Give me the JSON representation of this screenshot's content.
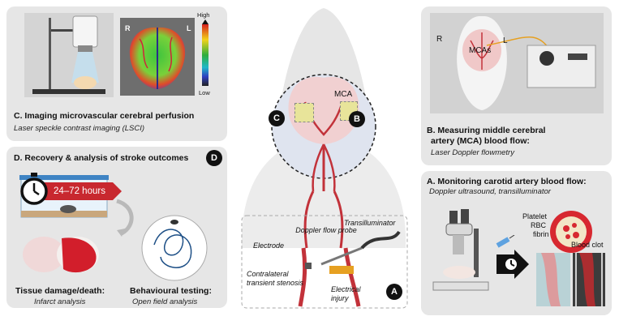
{
  "panels": {
    "c": {
      "badge": "C",
      "title": "C. Imaging microvascular cerebral perfusion",
      "subtitle": "Laser speckle contrast imaging (LSCI)",
      "left_label": "R",
      "right_label": "L",
      "scale_high": "High",
      "scale_low": "Low"
    },
    "d": {
      "badge": "D",
      "title": "D. Recovery & analysis of stroke outcomes",
      "timer_text": "24–72 hours",
      "tissue_title": "Tissue damage/death:",
      "tissue_sub": "Infarct analysis",
      "behav_title": "Behavioural testing:",
      "behav_sub": "Open field analysis"
    },
    "b": {
      "badge": "B",
      "title_line1": "B. Measuring middle cerebral",
      "title_line2": "artery (MCA) blood flow:",
      "subtitle": "Laser Doppler flowmetry",
      "left_label": "R",
      "right_label": "L",
      "mcas_label": "MCAs"
    },
    "a": {
      "badge": "A",
      "title": "A. Monitoring carotid artery blood flow:",
      "subtitle": "Doppler ultrasound, transilluminator",
      "platelet": "Platelet",
      "rbc": "RBC",
      "fibrin": "fibrin",
      "blood_clot": "Blood clot"
    }
  },
  "center": {
    "mca_label": "MCA",
    "badge_c": "C",
    "badge_b": "B",
    "badge_a": "A",
    "doppler_probe": "Doppler flow probe",
    "transilluminator": "Transilluminator",
    "electrode": "Electrode",
    "contralateral": "Contralateral transient stenosis",
    "electrical_injury": "Electrical injury"
  }
}
